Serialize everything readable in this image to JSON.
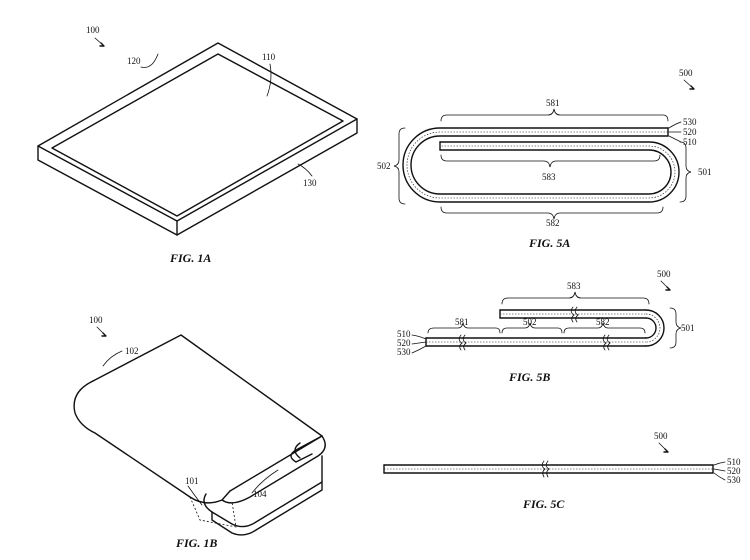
{
  "figures": {
    "fig1a": {
      "caption": "FIG. 1A",
      "refs": {
        "device": "100",
        "border": "120",
        "screen": "110",
        "edge": "130"
      }
    },
    "fig1b": {
      "caption": "FIG. 1B",
      "refs": {
        "device": "100",
        "top": "102",
        "bend": "101",
        "bottom": "104"
      }
    },
    "fig5a": {
      "caption": "FIG. 5A",
      "refs": {
        "device": "500",
        "top_span": "581",
        "inner_span": "583",
        "bottom_span": "582",
        "left_bend": "502",
        "right_bend": "501",
        "layer_top": "530",
        "layer_mid": "520",
        "layer_bot": "510"
      }
    },
    "fig5b": {
      "caption": "FIG. 5B",
      "refs": {
        "device": "500",
        "upper_span": "583",
        "span_left": "581",
        "span_mid": "502",
        "span_right": "582",
        "bend": "501",
        "layer_top": "510",
        "layer_mid": "520",
        "layer_bot": "530"
      }
    },
    "fig5c": {
      "caption": "FIG. 5C",
      "refs": {
        "device": "500",
        "layer_top": "510",
        "layer_mid": "520",
        "layer_bot": "530"
      }
    }
  }
}
